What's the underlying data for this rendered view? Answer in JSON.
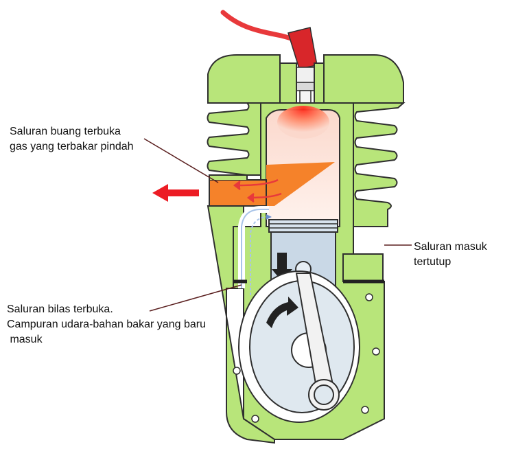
{
  "labels": {
    "exhaust": {
      "line1": "Saluran buang terbuka",
      "line2": "gas yang terbakar pindah"
    },
    "intake": {
      "line1": "Saluran masuk",
      "line2": "tertutup"
    },
    "transfer": {
      "line1": "Saluran bilas terbuka.",
      "line2": "Campuran udara-bahan bakar yang baru",
      "line3": " masuk"
    }
  },
  "colors": {
    "engine_body": "#b8e57a",
    "body_outline": "#2f2f2f",
    "piston": "#c9d8e6",
    "crankcase": "#dfe8ef",
    "spark_wire": "#e8393b",
    "exhaust_gas": "#f5822a",
    "exhaust_arrow": "#ec1c24",
    "fresh_charge": "#a9c4e8",
    "motion_arrow": "#222222"
  }
}
